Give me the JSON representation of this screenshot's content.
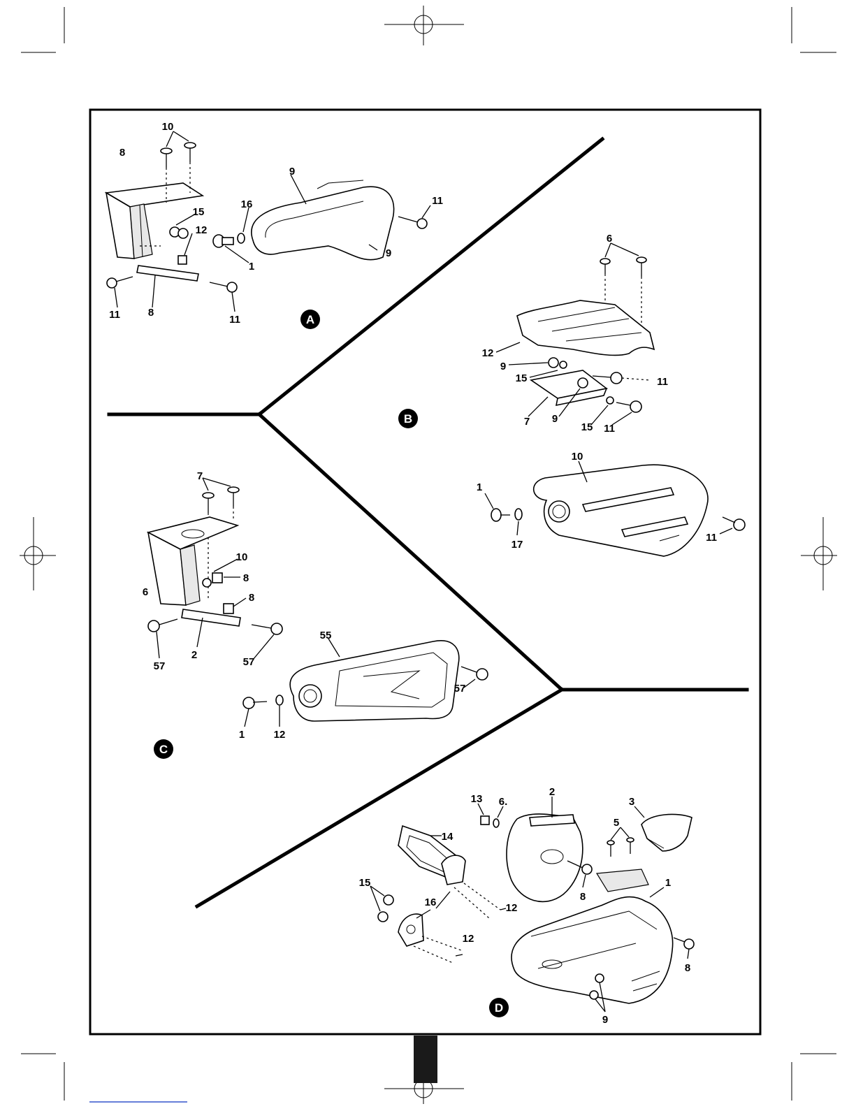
{
  "sections": {
    "a": {
      "badge": "A",
      "labels": [
        "10",
        "8",
        "9",
        "11",
        "16",
        "15",
        "12",
        "1",
        "9",
        "11",
        "8",
        "11"
      ]
    },
    "b": {
      "badge": "B",
      "labels": [
        "6",
        "12",
        "9",
        "15",
        "11",
        "7",
        "9",
        "15",
        "11",
        "10",
        "1",
        "17",
        "11"
      ]
    },
    "c": {
      "badge": "C",
      "labels": [
        "7",
        "10",
        "8",
        "6",
        "8",
        "57",
        "2",
        "57",
        "55",
        "57",
        "1",
        "12"
      ]
    },
    "d": {
      "badge": "D",
      "labels": [
        "13",
        "6.",
        "2",
        "3",
        "14",
        "5",
        "1",
        "15",
        "16",
        "12",
        "8",
        "12",
        "8",
        "9"
      ]
    }
  },
  "colors": {
    "ink": "#000000",
    "page": "#ffffff",
    "tab": "#1a1a1a",
    "link_underline": "#3355cc"
  }
}
